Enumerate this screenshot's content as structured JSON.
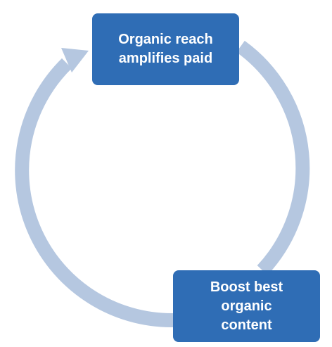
{
  "diagram": {
    "type": "cycle",
    "colors": {
      "box_fill": "#2f6db5",
      "box_text": "#ffffff",
      "arrow": "#b5c7e0"
    },
    "nodes": [
      {
        "id": "top",
        "label": "Organic reach\namplifies paid"
      },
      {
        "id": "bottom",
        "label": "Boost best\norganic\ncontent"
      }
    ],
    "edges": [
      {
        "from": "top",
        "to": "bottom",
        "arrowhead": false
      },
      {
        "from": "bottom",
        "to": "top",
        "arrowhead": true
      }
    ]
  }
}
